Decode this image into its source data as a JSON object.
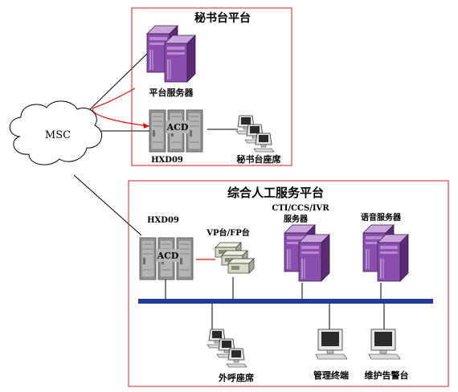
{
  "secretary_platform": {
    "title": "秘书台平台",
    "platform_server": "平台服务器",
    "switch": {
      "name": "HXD09",
      "acd": "ACD"
    },
    "seats": "秘书台座席"
  },
  "cloud": {
    "label": "MSC"
  },
  "service_platform": {
    "title": "综合人工服务平台",
    "switch": {
      "name": "HXD09",
      "acd": "ACD"
    },
    "vp_fp": "VP台/FP台",
    "cti_title": "CTI/CCS/IVR",
    "cti_sub": "服务器",
    "voice_server": "语音服务器",
    "outbound_seats": "外呼座席",
    "mgmt_terminal": "管理终端",
    "maintenance": "维护告警台"
  },
  "colors": {
    "box_border": "#d42020",
    "bus": "#1e3a9a",
    "link_red": "#e01010",
    "server_purple": "#7a3b9a",
    "server_light": "#b988d0",
    "rack_gray": "#8f8f8f"
  }
}
